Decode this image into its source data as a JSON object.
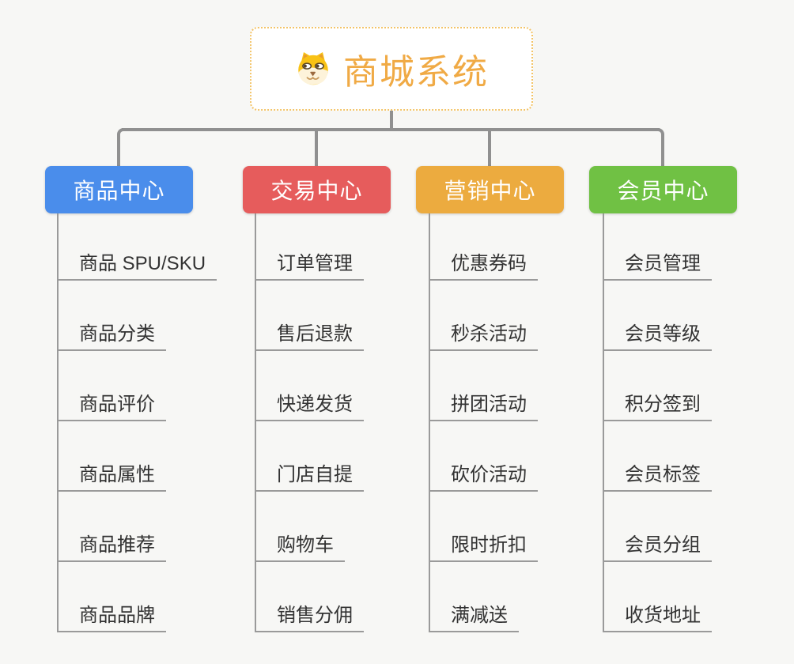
{
  "root": {
    "title": "商城系统",
    "icon": "doge-icon"
  },
  "branches": [
    {
      "label": "商品中心",
      "color": "#4a8deb",
      "items": [
        "商品 SPU/SKU",
        "商品分类",
        "商品评价",
        "商品属性",
        "商品推荐",
        "商品品牌"
      ]
    },
    {
      "label": "交易中心",
      "color": "#e65c5c",
      "items": [
        "订单管理",
        "售后退款",
        "快递发货",
        "门店自提",
        "购物车",
        "销售分佣"
      ]
    },
    {
      "label": "营销中心",
      "color": "#ecab3f",
      "items": [
        "优惠券码",
        "秒杀活动",
        "拼团活动",
        "砍价活动",
        "限时折扣",
        "满减送"
      ]
    },
    {
      "label": "会员中心",
      "color": "#70c144",
      "items": [
        "会员管理",
        "会员等级",
        "积分签到",
        "会员标签",
        "会员分组",
        "收货地址"
      ]
    }
  ],
  "colors": {
    "background": "#f7f7f5",
    "connector": "#909090",
    "leaf_line": "#9a9a9a",
    "leaf_text": "#333333",
    "root_title": "#f0aa45",
    "root_border": "#f3c468"
  }
}
